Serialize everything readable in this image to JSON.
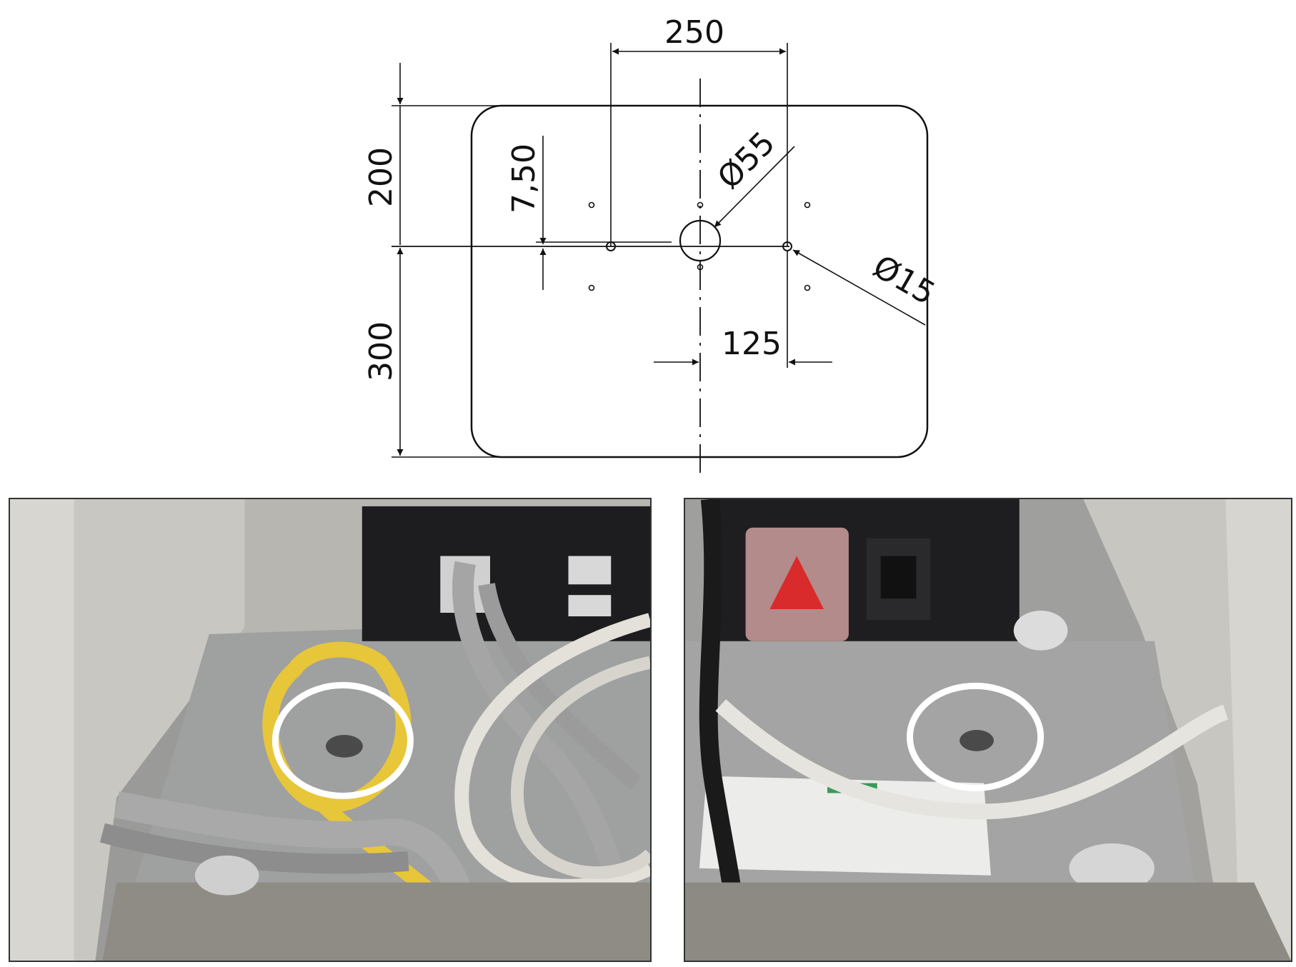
{
  "drawing": {
    "dimensions": {
      "width_250": "250",
      "height_200": "200",
      "height_300": "300",
      "offset_7_50": "7,50",
      "diameter_55": "Ø55",
      "diameter_15": "Ø15",
      "offset_125": "125"
    }
  },
  "photos": {
    "left": {
      "highlight_color": "#ffffff",
      "cable_yellow": "#e8c63a",
      "cable_grey": "#a9a9a9"
    },
    "right": {
      "highlight_color": "#ffffff",
      "warning_color": "#d92b2b"
    }
  }
}
